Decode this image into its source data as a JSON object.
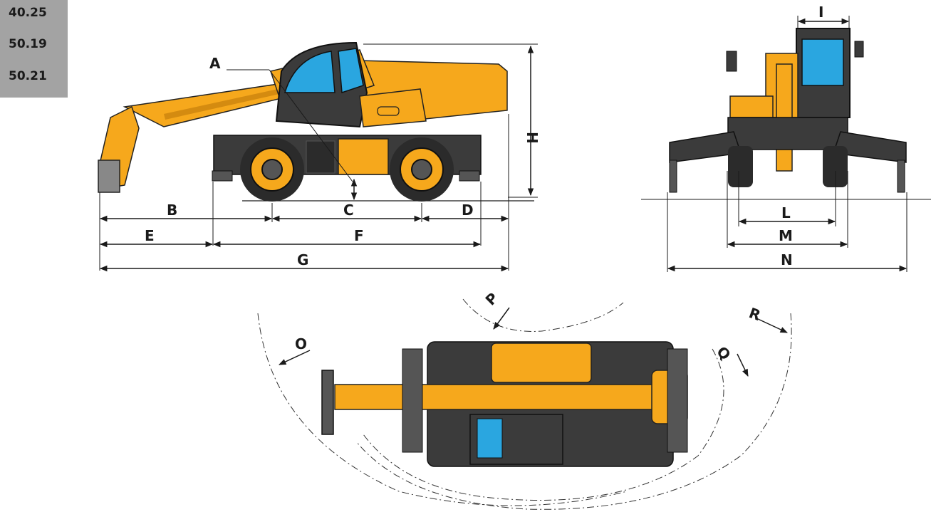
{
  "models": [
    "40.25",
    "50.19",
    "50.21"
  ],
  "labels": {
    "A": "A",
    "B": "B",
    "C": "C",
    "D": "D",
    "E": "E",
    "F": "F",
    "G": "G",
    "H": "H",
    "I": "I",
    "L": "L",
    "M": "M",
    "N": "N",
    "O": "O",
    "P": "P",
    "Q": "Q",
    "R": "R"
  },
  "colors": {
    "body_yellow": "#f6a81c",
    "dark_gray": "#3b3b3b",
    "glass_blue": "#2aa6e0",
    "tyre_black": "#2b2b2b",
    "panel_gray": "#a3a3a3"
  }
}
